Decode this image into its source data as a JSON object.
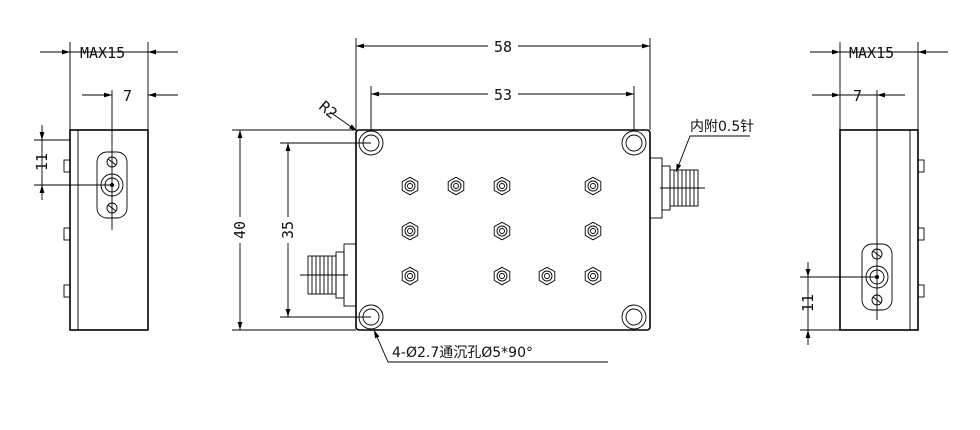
{
  "dimensions": {
    "left_width": "MAX15",
    "left_offset": "7",
    "left_height": "11",
    "length": "58",
    "hole_spacing_x": "53",
    "corner_radius": "R2",
    "height": "40",
    "hole_spacing_y": "35",
    "right_width": "MAX15",
    "right_offset": "7",
    "right_height": "11"
  },
  "notes": {
    "connector": "内附0.5针",
    "mounting_holes": "4-Ø2.7通沉孔Ø5*90°"
  }
}
